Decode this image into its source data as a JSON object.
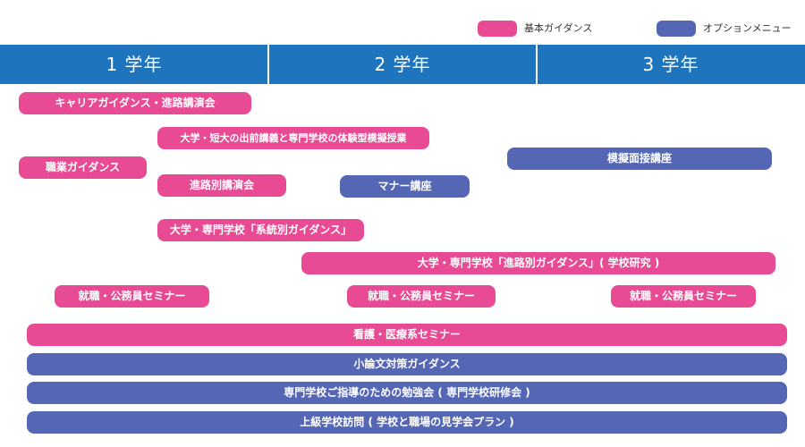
{
  "colors": {
    "basic": "#e84b93",
    "option": "#5466b4",
    "header": "#1e75bd"
  },
  "legend": {
    "basic_label": "基本ガイダンス",
    "option_label": "オプションメニュー"
  },
  "years": [
    "1 学年",
    "2 学年",
    "3 学年"
  ],
  "programs": {
    "career_guidance_lecture": "キャリアガイダンス・進路講演会",
    "trial_class": "大学・短大の出前講義と専門学校の体験型模擬授業",
    "job_guidance": "職業ガイダンス",
    "path_lecture": "進路別講演会",
    "manners_course": "マナー講座",
    "mock_interview": "模擬面接講座",
    "field_guidance": "大学・専門学校「系統別ガイダンス」",
    "path_guidance": "大学・専門学校「進路別ガイダンス」( 学校研究 )",
    "employment_seminar_1": "就職・公務員セミナー",
    "employment_seminar_2": "就職・公務員セミナー",
    "employment_seminar_3": "就職・公務員セミナー",
    "nursing_seminar": "看護・医療系セミナー",
    "essay_guidance": "小論文対策ガイダンス",
    "teacher_study": "専門学校ご指導のための勉強会 ( 専門学校研修会 )",
    "school_visit": "上級学校訪問 ( 学校と職場の見学会プラン )"
  }
}
